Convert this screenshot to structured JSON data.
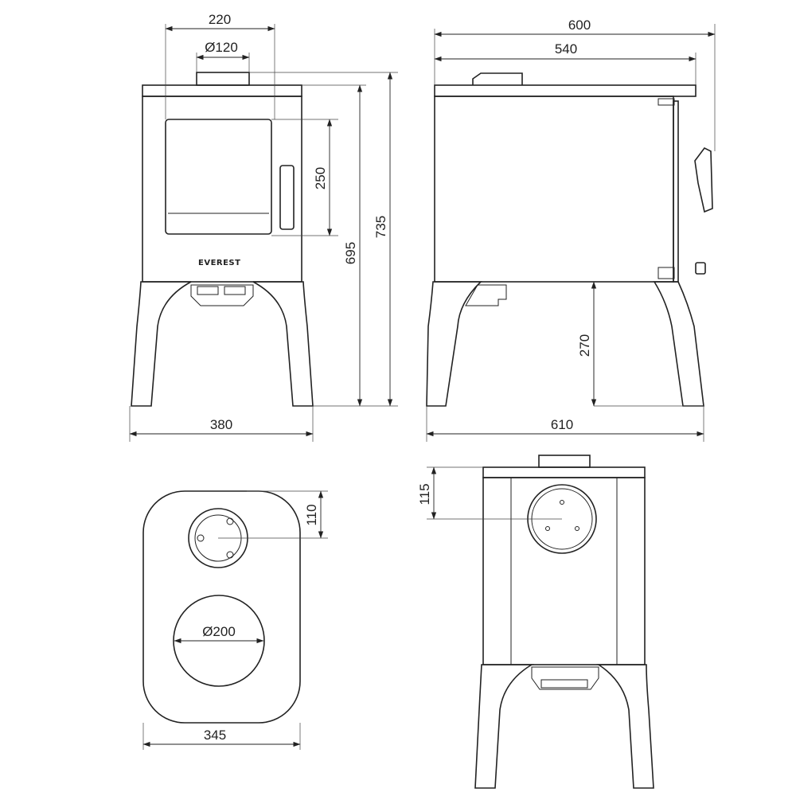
{
  "brand": "EVEREST",
  "front_view": {
    "top_width": "220",
    "flue_diameter": "Ø120",
    "door_height": "250",
    "body_height": "695",
    "overall_height": "735",
    "base_width": "380"
  },
  "side_view": {
    "top_depth": "600",
    "body_depth": "540",
    "leg_height": "270",
    "base_depth": "610"
  },
  "top_view": {
    "flue_offset": "110",
    "hotplate_diameter": "Ø200",
    "width": "345"
  },
  "rear_view": {
    "outlet_height": "115"
  }
}
